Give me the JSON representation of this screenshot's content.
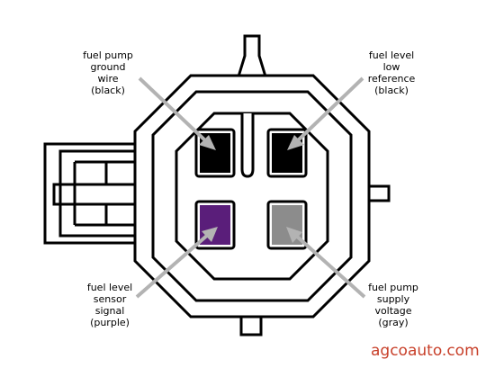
{
  "labels": {
    "top_left": [
      "fuel pump",
      "ground",
      "wire",
      "(black)"
    ],
    "top_right": [
      "fuel level",
      "low",
      "reference",
      "(black)"
    ],
    "bottom_left": [
      "fuel level",
      "sensor",
      "signal",
      "(purple)"
    ],
    "bottom_right": [
      "fuel pump",
      "supply",
      "voltage",
      "(gray)"
    ]
  },
  "watermark": "agcoauto.com",
  "colors": {
    "pin_black": "#000000",
    "pin_purple": "#5a1e7a",
    "pin_gray": "#8c8c8c",
    "arrow": "#b3b3b3",
    "outline": "#000000",
    "watermark": "#c8402a"
  },
  "pins": [
    {
      "id": "pin-ground",
      "color": "pin_black"
    },
    {
      "id": "pin-low-reference",
      "color": "pin_black"
    },
    {
      "id": "pin-sensor-signal",
      "color": "pin_purple"
    },
    {
      "id": "pin-supply-voltage",
      "color": "pin_gray"
    }
  ]
}
